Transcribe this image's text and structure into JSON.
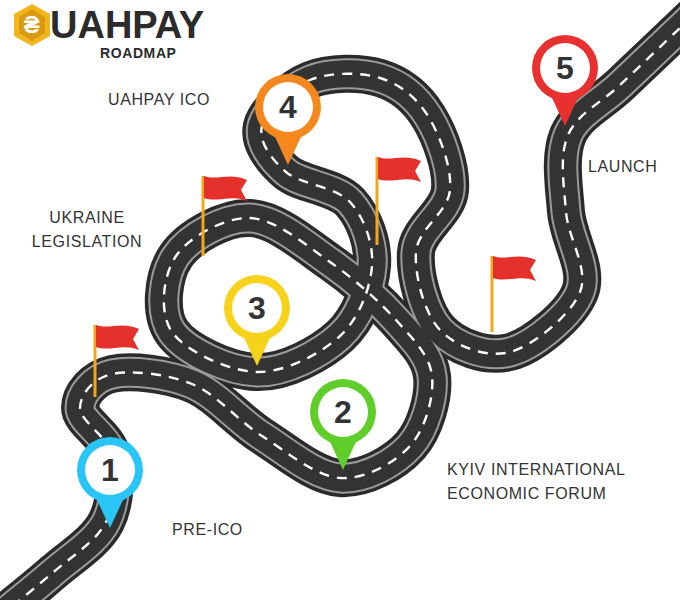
{
  "diagram": {
    "title": "UAHPAY",
    "nodes": [
      {
        "text": [
          "1"
        ]
      },
      {
        "text": [
          "2"
        ]
      },
      {
        "text": [
          "3"
        ]
      },
      {
        "text": [
          "4"
        ]
      },
      {
        "text": [
          "5"
        ]
      }
    ],
    "labels": [
      "₴",
      "ROADMAP",
      "UAHPAY ICO",
      "UKRAINE LEGISLATION",
      "LAUNCH",
      "KYIV INTERNATIONAL ECONOMIC FORUM",
      "PRE-ICO"
    ]
  }
}
